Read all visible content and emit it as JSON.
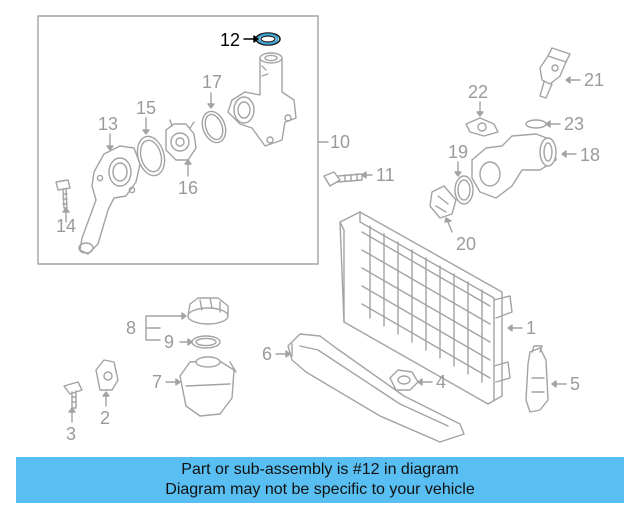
{
  "callouts": [
    {
      "id": "c1",
      "label": "1"
    },
    {
      "id": "c2",
      "label": "2"
    },
    {
      "id": "c3",
      "label": "3"
    },
    {
      "id": "c4",
      "label": "4"
    },
    {
      "id": "c5",
      "label": "5"
    },
    {
      "id": "c6",
      "label": "6"
    },
    {
      "id": "c7",
      "label": "7"
    },
    {
      "id": "c8",
      "label": "8"
    },
    {
      "id": "c9",
      "label": "9"
    },
    {
      "id": "c10",
      "label": "10"
    },
    {
      "id": "c11",
      "label": "11"
    },
    {
      "id": "c12",
      "label": "12"
    },
    {
      "id": "c13",
      "label": "13"
    },
    {
      "id": "c14",
      "label": "14"
    },
    {
      "id": "c15",
      "label": "15"
    },
    {
      "id": "c16",
      "label": "16"
    },
    {
      "id": "c17",
      "label": "17"
    },
    {
      "id": "c18",
      "label": "18"
    },
    {
      "id": "c19",
      "label": "19"
    },
    {
      "id": "c20",
      "label": "20"
    },
    {
      "id": "c21",
      "label": "21"
    },
    {
      "id": "c22",
      "label": "22"
    },
    {
      "id": "c23",
      "label": "23"
    }
  ],
  "highlight": {
    "part": "12",
    "color": "#3aa8d8"
  },
  "colors": {
    "line": "#a3a3a3",
    "label": "#9a9a9a",
    "highlight_label": "#000000",
    "banner": "#59bff2"
  },
  "banner": {
    "line1": "Part or sub-assembly is #12 in diagram",
    "line2": "Diagram may not be specific to your vehicle"
  }
}
